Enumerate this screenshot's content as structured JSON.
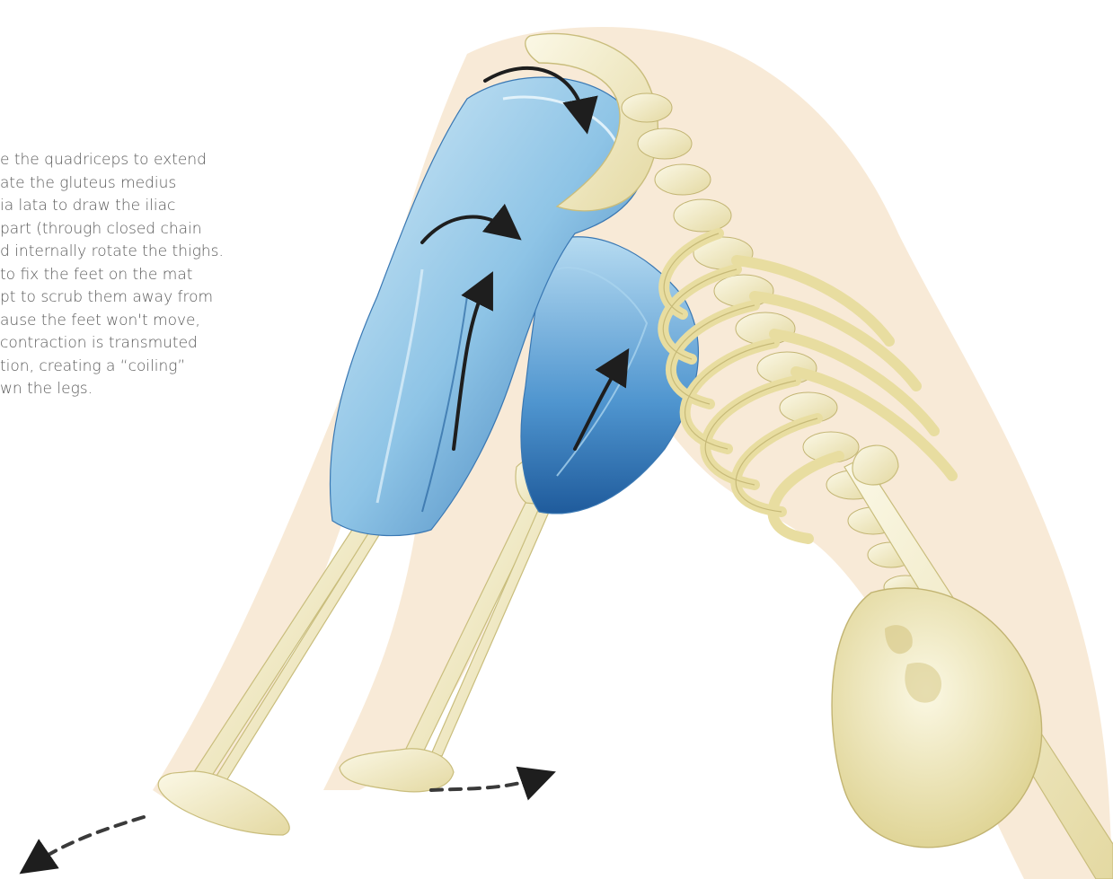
{
  "caption": {
    "lines": [
      "e the quadriceps to extend",
      "ate the gluteus medius",
      "ia lata to draw the iliac",
      "part (through closed chain",
      "d internally rotate the thighs.",
      "to fix the feet on the mat",
      "pt to scrub them away from",
      "ause the feet won't move,",
      "contraction is transmuted",
      "tion, creating a “coiling”",
      "wn the legs."
    ]
  },
  "colors": {
    "skin_halo": "#f6e3c9",
    "bone": "#f4efc8",
    "bone_shadow": "#d9cf94",
    "muscle_light": "#bfe0f2",
    "muscle_mid": "#6fb2dc",
    "muscle_dark": "#2b6aa8",
    "arrow": "#1e1e1e",
    "text": "#5a5a5a"
  }
}
